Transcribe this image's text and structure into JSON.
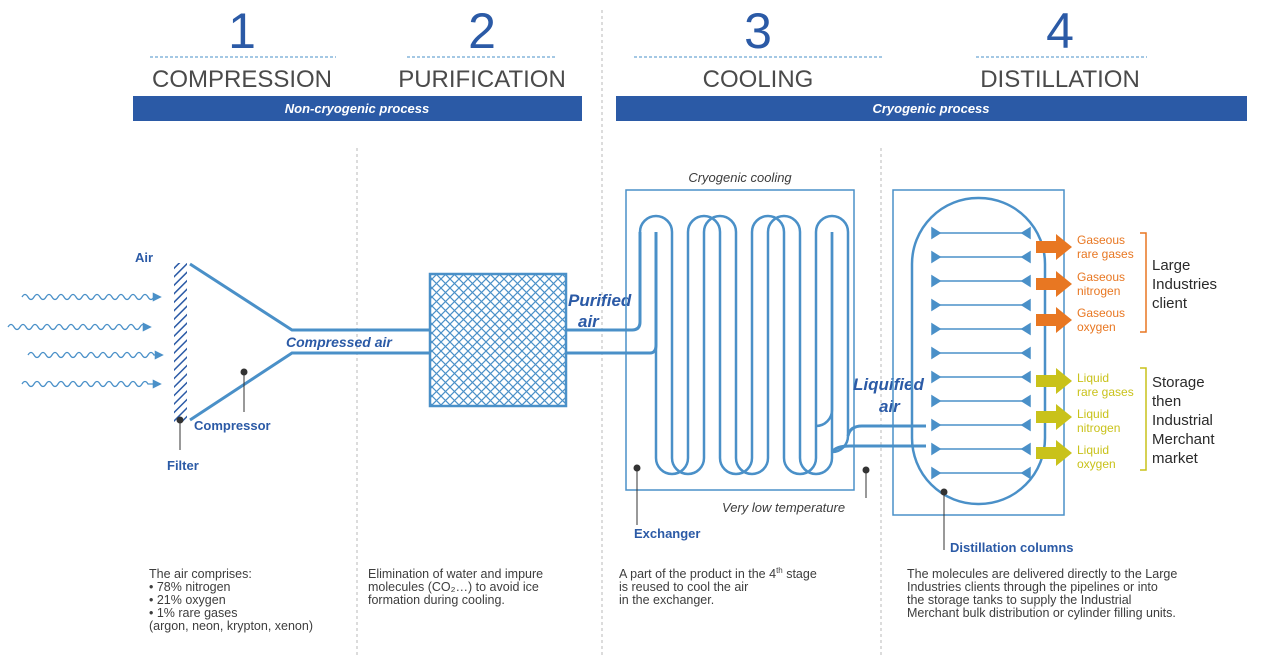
{
  "stages": [
    {
      "number": "1",
      "title": "COMPRESSION"
    },
    {
      "number": "2",
      "title": "PURIFICATION"
    },
    {
      "number": "3",
      "title": "COOLING"
    },
    {
      "number": "4",
      "title": "DISTILLATION"
    }
  ],
  "bands": {
    "left": "Non-cryogenic process",
    "right": "Cryogenic process"
  },
  "labels": {
    "air": "Air",
    "filter": "Filter",
    "compressor": "Compressor",
    "compressed_air": "Compressed air",
    "purified_air_1": "Purified",
    "purified_air_2": "air",
    "cryogenic_cooling": "Cryogenic cooling",
    "liquified_air_1": "Liquified",
    "liquified_air_2": "air",
    "exchanger": "Exchanger",
    "very_low_temperature": "Very low temperature",
    "distillation_columns": "Distillation columns"
  },
  "outputs": {
    "gaseous": [
      {
        "line1": "Gaseous",
        "line2": "rare gases"
      },
      {
        "line1": "Gaseous",
        "line2": "nitrogen"
      },
      {
        "line1": "Gaseous",
        "line2": "oxygen"
      }
    ],
    "liquid": [
      {
        "line1": "Liquid",
        "line2": "rare gases"
      },
      {
        "line1": "Liquid",
        "line2": "nitrogen"
      },
      {
        "line1": "Liquid",
        "line2": "oxygen"
      }
    ],
    "clients_large": [
      "Large",
      "Industries",
      "client"
    ],
    "clients_storage": [
      "Storage",
      "then",
      "Industrial",
      "Merchant",
      "market"
    ]
  },
  "descriptions": {
    "compression": [
      "The air comprises:",
      "• 78% nitrogen",
      "• 21% oxygen",
      "• 1% rare gases",
      "(argon, neon, krypton, xenon)"
    ],
    "purification": [
      "Elimination of water and impure",
      "molecules (CO₂…) to avoid ice",
      "formation during cooling."
    ],
    "cooling_line1_a": "A part of the product in the 4",
    "cooling_line1_sup": "th",
    "cooling_line1_b": " stage",
    "cooling_rest": [
      "is reused to cool the air",
      "in the exchanger."
    ],
    "distillation": [
      "The molecules are delivered directly to the Large",
      "Industries clients through the pipelines or into",
      "the storage tanks to supply the Industrial",
      "Merchant bulk distribution or cylinder filling units."
    ]
  },
  "colors": {
    "brand_blue": "#2b5aa6",
    "line_blue": "#4a90c8",
    "orange": "#e87722",
    "yellow": "#c9c21a"
  }
}
